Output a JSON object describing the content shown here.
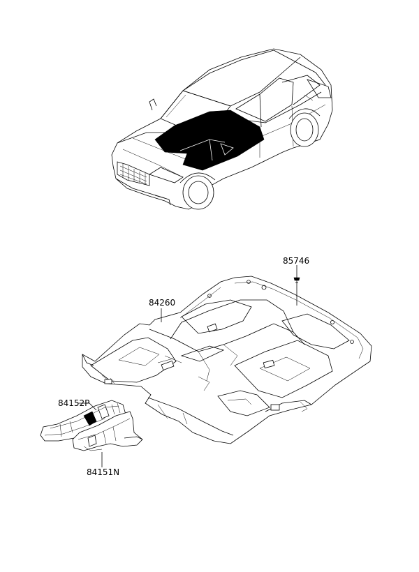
{
  "parts": {
    "clip": "85746",
    "carpet": "84260",
    "pad_p": "84152P",
    "pad_n": "84151N"
  }
}
